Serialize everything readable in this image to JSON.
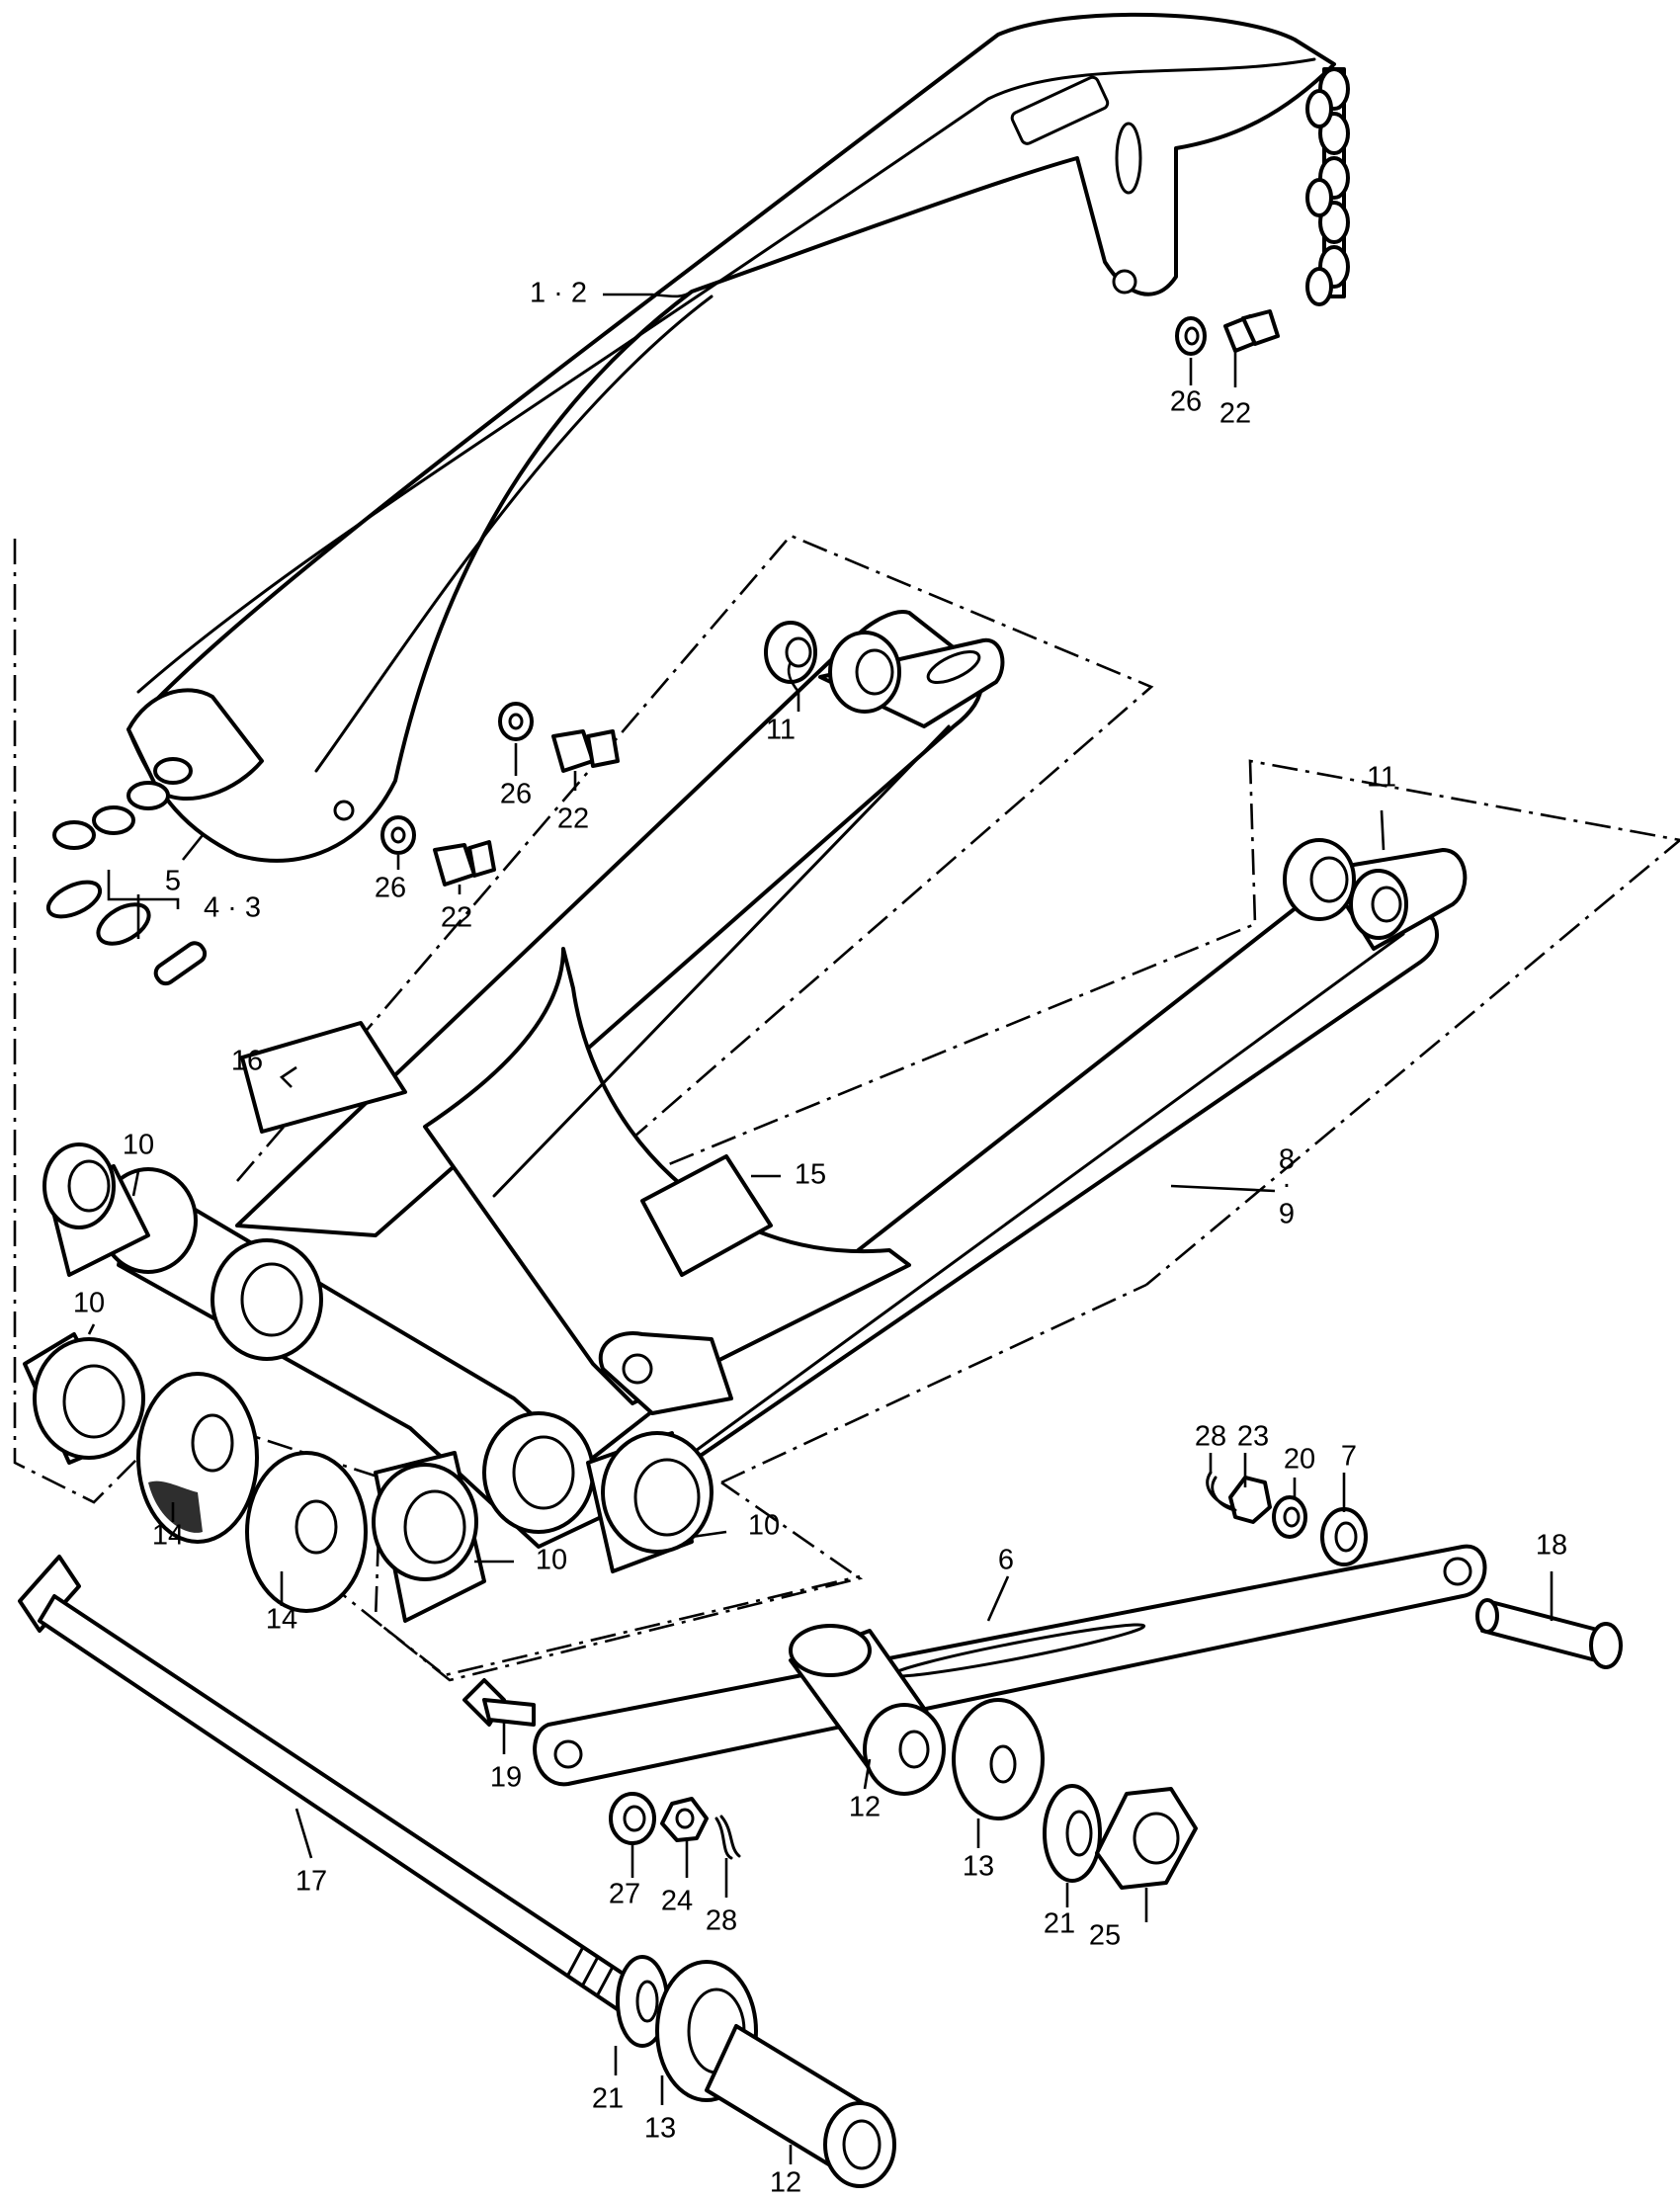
{
  "callouts": {
    "c_1_2": "1 · 2",
    "c_26_top": "26",
    "c_22_top": "22",
    "c_11_left": "11",
    "c_26_mid": "26",
    "c_22_mid": "22",
    "c_26_low": "26",
    "c_22_low": "22",
    "c_5": "5",
    "c_4_3": "4 · 3",
    "c_11_right": "11",
    "c_16": "16",
    "c_15": "15",
    "c_8": "8",
    "c_8_9_dot": "·",
    "c_9": "9",
    "c_10_a": "10",
    "c_10_b": "10",
    "c_10_c": "10",
    "c_10_d": "10",
    "c_14_a": "14",
    "c_14_b": "14",
    "c_28_top": "28",
    "c_23": "23",
    "c_20": "20",
    "c_7": "7",
    "c_6": "6",
    "c_18": "18",
    "c_19": "19",
    "c_12_mid": "12",
    "c_27": "27",
    "c_24": "24",
    "c_28_low": "28",
    "c_13_mid": "13",
    "c_21_mid": "21",
    "c_25": "25",
    "c_17": "17",
    "c_21_low": "21",
    "c_13_low": "13",
    "c_12_low": "12"
  }
}
